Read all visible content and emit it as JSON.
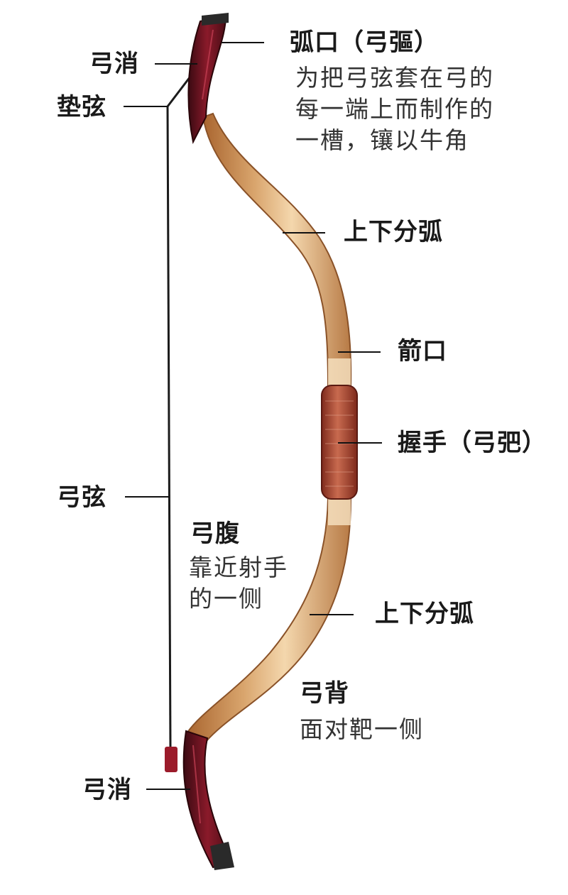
{
  "labels": {
    "tip_top": "弓消",
    "string_pad": "垫弦",
    "nock": "弧口（弓彄）",
    "nock_desc": "为把弓弦套在弓的\n每一端上而制作的\n一槽，镶以牛角",
    "limb_upper": "上下分弧",
    "arrow_rest": "箭口",
    "grip": "握手（弓弝）",
    "bowstring": "弓弦",
    "belly": "弓腹",
    "belly_desc": "靠近射手\n的一侧",
    "limb_lower": "上下分弧",
    "back": "弓背",
    "back_desc": "面对靶一侧",
    "tip_bottom": "弓消"
  },
  "colors": {
    "wood_dark": "#b4713f",
    "wood_mid": "#d59a62",
    "wood_light": "#f3d3a6",
    "horn_red": "#7a1423",
    "horn_dark": "#3a0b12",
    "grip_leather": "#a8432e",
    "string": "#1b1b1b",
    "leader_line": "#111111"
  }
}
